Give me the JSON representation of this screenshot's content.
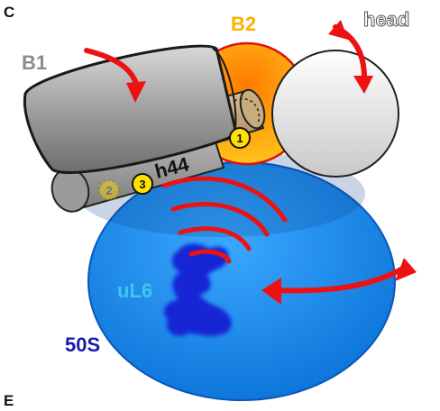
{
  "panel_label_top": "C",
  "panel_label_bottom": "E",
  "labels": {
    "b1": "B1",
    "b2": "B2",
    "head": "head",
    "h44": "h44",
    "ul6": "uL6",
    "s50": "50S"
  },
  "markers": [
    "1",
    "2",
    "3"
  ],
  "colors": {
    "subunit_50s": "#1a8ff0",
    "b2_bridge": "#ff9a1a",
    "arrows": "#ee1111",
    "ul6_blob": "#1526d4",
    "label_50s": "#1a1aa8",
    "label_ul6": "#3ec8ee",
    "label_b2": "#ffb000",
    "marker_fill": "#ffe100"
  }
}
